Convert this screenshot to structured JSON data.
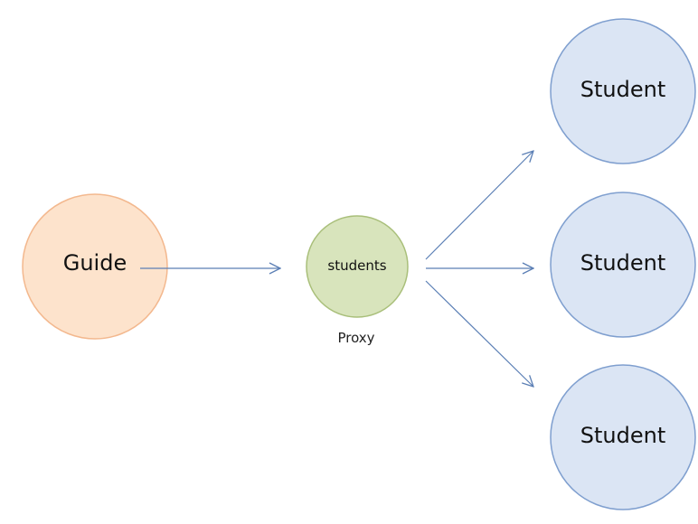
{
  "nodes": {
    "guide": {
      "label": "Guide",
      "fill": "#fde3cc",
      "stroke": "#f3b88e"
    },
    "proxy": {
      "label": "students",
      "caption": "Proxy",
      "fill": "#d8e4bc",
      "stroke": "#a9bf7a"
    },
    "students": [
      {
        "label": "Student"
      },
      {
        "label": "Student"
      },
      {
        "label": "Student"
      }
    ],
    "student_style": {
      "fill": "#dbe5f4",
      "stroke": "#7f9fcf"
    }
  },
  "edges": [
    {
      "from": "Guide",
      "to": "students"
    },
    {
      "from": "students",
      "to": "Student"
    },
    {
      "from": "students",
      "to": "Student"
    },
    {
      "from": "students",
      "to": "Student"
    }
  ],
  "edge_color": "#5b7fb5"
}
